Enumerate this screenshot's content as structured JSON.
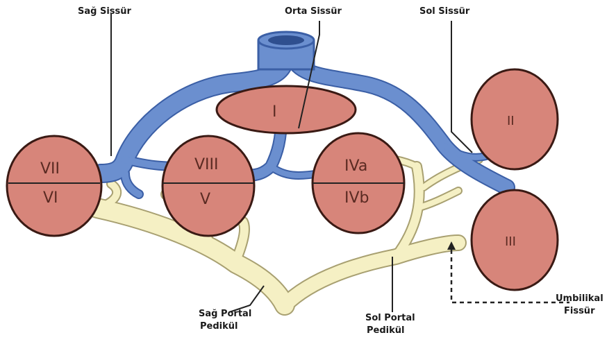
{
  "labels": {
    "right_fissure": "Sağ Sissür",
    "middle_fissure": "Orta Sissür",
    "left_fissure": "Sol Sissür",
    "umbilical_1": "Umbilikal",
    "umbilical_2": "Fissür",
    "right_portal_1": "Sağ Portal",
    "right_portal_2": "Pedikül",
    "left_portal_1": "Sol Portal",
    "left_portal_2": "Pedikül"
  },
  "segments": {
    "s1": "I",
    "s2": "II",
    "s3": "III",
    "s4a": "IVa",
    "s4b": "IVb",
    "s5": "V",
    "s6": "VI",
    "s7": "VII",
    "s8": "VIII"
  },
  "colors": {
    "hepatic_vein": "#6b8fcf",
    "portal_pedicle": "#f5f0c4",
    "segment": "#d7857a"
  }
}
